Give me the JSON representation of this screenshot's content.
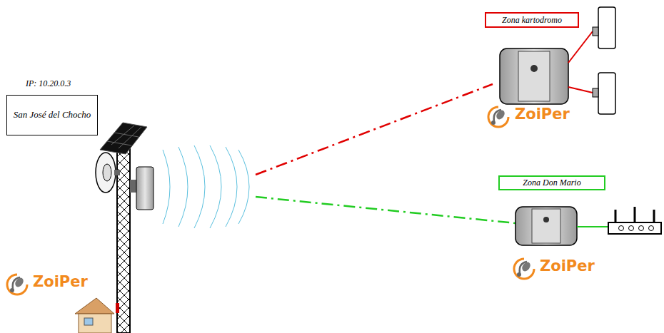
{
  "diagram": {
    "nodes": [
      {
        "text": [
          "San José del Chocho"
        ]
      },
      {
        "text": [
          "Zona kartodromo"
        ]
      },
      {
        "text": [
          "Zona Don Mario"
        ]
      }
    ],
    "labels": [
      "IP: 10.20.0.3",
      "ZoiPer",
      "ZoiPer",
      "ZoiPer"
    ]
  }
}
